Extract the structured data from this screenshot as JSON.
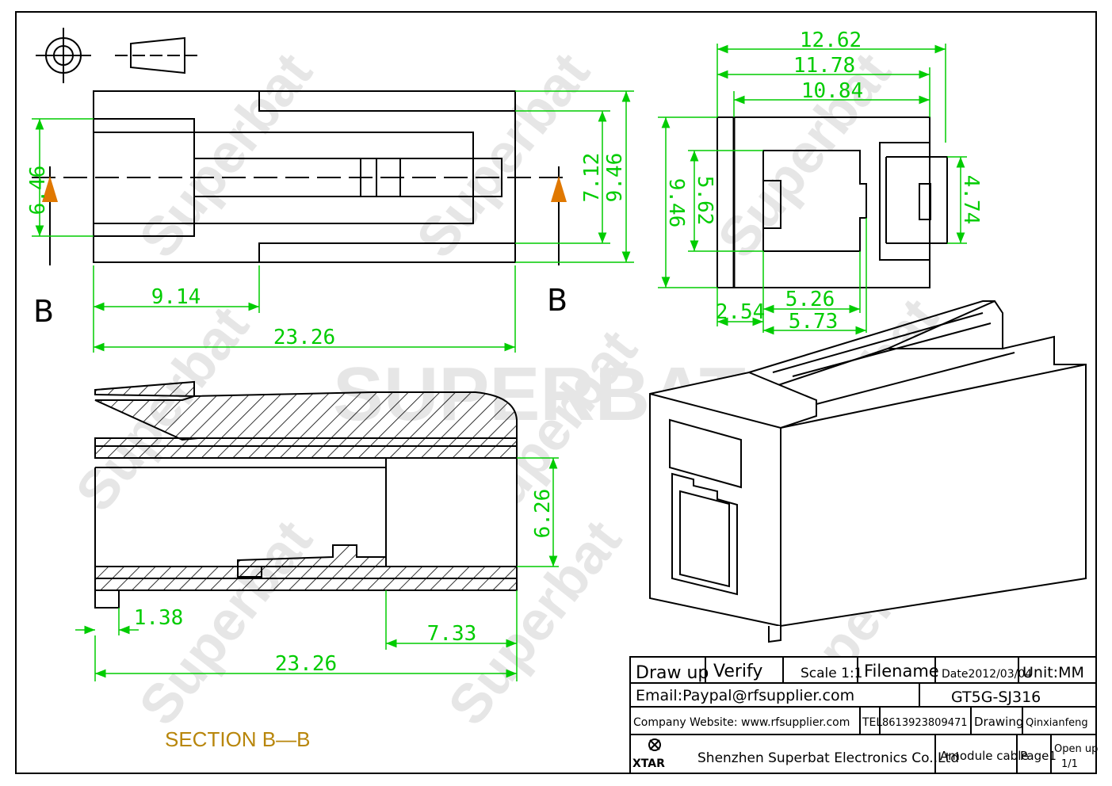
{
  "watermark": {
    "big": "SUPERBAT",
    "small": "Superbat"
  },
  "colors": {
    "dimension": "#00cc00",
    "arrow": "#e07800",
    "outline": "#000000"
  },
  "top_view": {
    "section_marker_left": "B",
    "section_marker_right": "B",
    "dims": {
      "h1": "6.46",
      "h2": "7.12",
      "h3": "9.46",
      "w1": "9.14",
      "w2": "23.26"
    }
  },
  "end_view": {
    "dims": {
      "w1": "12.62",
      "w2": "11.78",
      "w3": "10.84",
      "h1": "9.46",
      "h2": "5.62",
      "h3": "4.74",
      "b1": "2.54",
      "b2": "5.26",
      "b3": "5.73"
    }
  },
  "section_view": {
    "dims": {
      "h1": "6.26",
      "w1": "1.38",
      "w2": "7.33",
      "w3": "23.26"
    },
    "label": "SECTION B—B"
  },
  "title_block": {
    "draw_up": "Draw up",
    "verify": "Verify",
    "scale": "Scale 1:1",
    "filename_label": "Filename",
    "date": "Date2012/03/04",
    "unit": "Unit:MM",
    "email": "Email:Paypal@rfsupplier.com",
    "filename": "GT5G-SJ316",
    "website": "Company Website:  www.rfsupplier.com",
    "tel": "TEL",
    "phone": "8613923809471",
    "drawing": "Drawing",
    "drawer": "Qinxianfeng",
    "logo": "XTAR",
    "company": "Shenzhen Superbat Electronics Co.,Ltd",
    "product": "Amodule cable",
    "page": "Page1",
    "open_up": "Open up",
    "open_up_val": "1/1"
  }
}
